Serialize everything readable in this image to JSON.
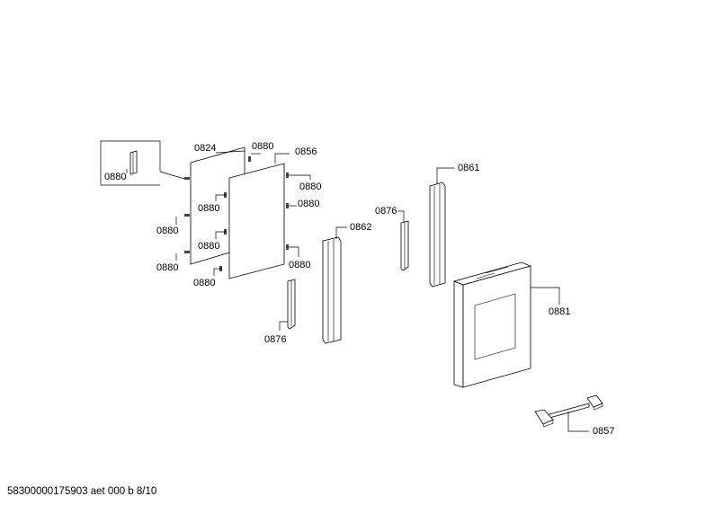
{
  "labels": {
    "p0824": "0824",
    "p0856": "0856",
    "p0861": "0861",
    "p0862": "0862",
    "p0876": "0876",
    "p0880": "0880",
    "p0881": "0881",
    "p0857": "0857"
  },
  "footer": "58300000175903 aet 000 b 8/10"
}
